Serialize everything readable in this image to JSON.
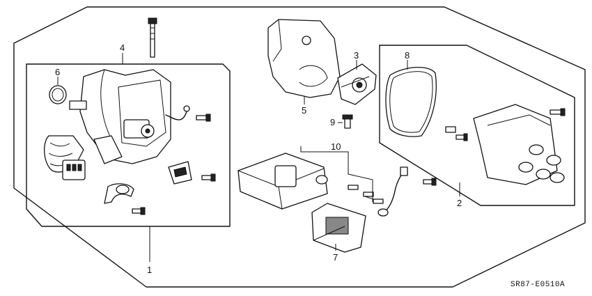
{
  "callouts": [
    "1",
    "2",
    "3",
    "4",
    "5",
    "6",
    "7",
    "8",
    "9",
    "10"
  ],
  "figure_code": "SR87-E0510A"
}
